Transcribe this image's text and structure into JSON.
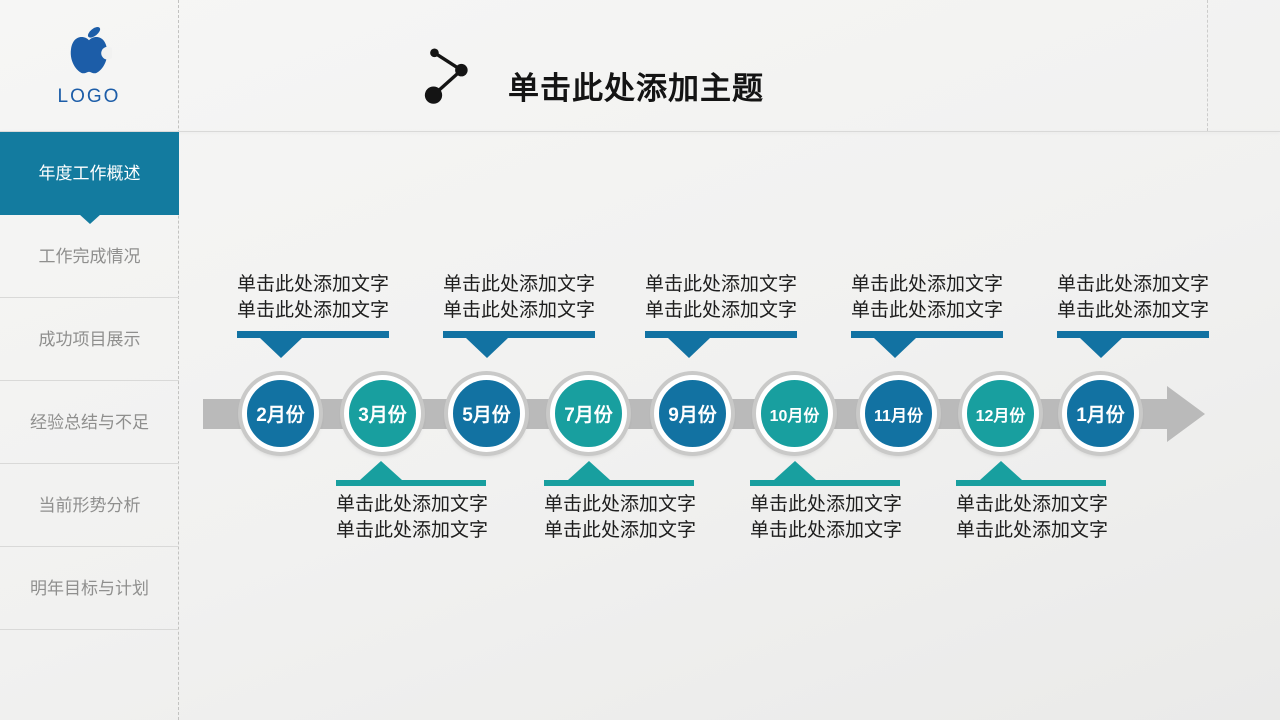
{
  "logo": {
    "label": "LOGO"
  },
  "sidebar": {
    "items": [
      {
        "label": "年度工作概述",
        "active": true
      },
      {
        "label": "工作完成情况",
        "active": false
      },
      {
        "label": "成功项目展示",
        "active": false
      },
      {
        "label": "经验总结与不足",
        "active": false
      },
      {
        "label": "当前形势分析",
        "active": false
      },
      {
        "label": "明年目标与计划",
        "active": false
      }
    ]
  },
  "header": {
    "title": "单击此处添加主题"
  },
  "timeline": {
    "months": [
      {
        "label": "2月份",
        "color": "#1272a2"
      },
      {
        "label": "3月份",
        "color": "#189f9f"
      },
      {
        "label": "5月份",
        "color": "#1272a2"
      },
      {
        "label": "7月份",
        "color": "#189f9f"
      },
      {
        "label": "9月份",
        "color": "#1272a2"
      },
      {
        "label": "10月份",
        "color": "#189f9f"
      },
      {
        "label": "11月份",
        "color": "#1272a2"
      },
      {
        "label": "12月份",
        "color": "#189f9f"
      },
      {
        "label": "1月份",
        "color": "#1272a2"
      }
    ],
    "top_callouts": [
      {
        "line1": "单击此处添加文字",
        "line2": "单击此处添加文字"
      },
      {
        "line1": "单击此处添加文字",
        "line2": "单击此处添加文字"
      },
      {
        "line1": "单击此处添加文字",
        "line2": "单击此处添加文字"
      },
      {
        "line1": "单击此处添加文字",
        "line2": "单击此处添加文字"
      },
      {
        "line1": "单击此处添加文字",
        "line2": "单击此处添加文字"
      }
    ],
    "bottom_callouts": [
      {
        "line1": "单击此处添加文字",
        "line2": "单击此处添加文字"
      },
      {
        "line1": "单击此处添加文字",
        "line2": "单击此处添加文字"
      },
      {
        "line1": "单击此处添加文字",
        "line2": "单击此处添加文字"
      },
      {
        "line1": "单击此处添加文字",
        "line2": "单击此处添加文字"
      }
    ]
  },
  "colors": {
    "accent_blue": "#1272a2",
    "accent_teal": "#189f9f",
    "sidebar_active": "#137b9f",
    "arrow_gray": "#bababa",
    "ring_gray": "#c9c9c8",
    "logo_blue": "#1c5da8"
  }
}
